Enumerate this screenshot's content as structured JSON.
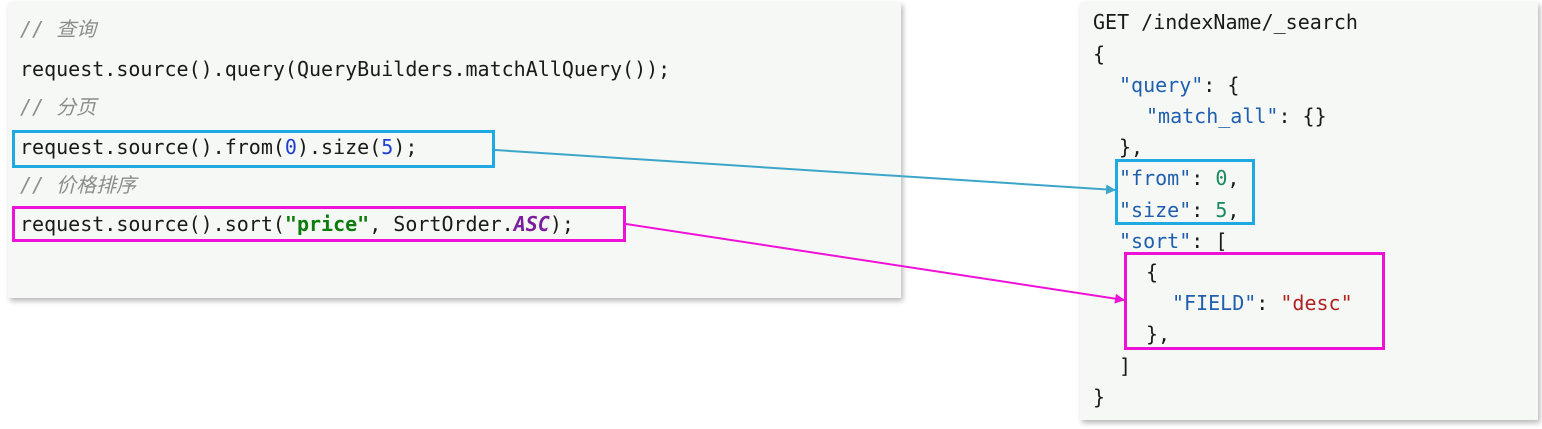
{
  "java_code": {
    "comment_query": "// 查询",
    "query_line": "request.source().query(QueryBuilders.matchAllQuery());",
    "comment_paging": "// 分页",
    "paging_prefix": "request.source().from(",
    "paging_from": "0",
    "paging_mid": ").size(",
    "paging_size": "5",
    "paging_suffix": ");",
    "comment_sort": "// 价格排序",
    "sort_prefix": "request.source().sort(",
    "sort_field": "\"price\"",
    "sort_mid": ", SortOrder.",
    "sort_order": "ASC",
    "sort_suffix": ");"
  },
  "dsl": {
    "request_line": "GET /indexName/_search",
    "open_brace": "{",
    "query_key": "\"query\"",
    "query_open": ": {",
    "match_all_key": "\"match_all\"",
    "match_all_val": ": {}",
    "query_close": "},",
    "from_key": "\"from\"",
    "from_val": "0",
    "size_key": "\"size\"",
    "size_val": "5",
    "sort_key": "\"sort\"",
    "sort_open": ": [",
    "sort_obj_open": "{",
    "field_key": "\"FIELD\"",
    "field_val": "\"desc\"",
    "sort_obj_close": "},",
    "sort_close": "]",
    "close_brace": "}"
  },
  "colors": {
    "paging_highlight": "#1ea9e1",
    "sort_highlight": "#ee11d8"
  }
}
